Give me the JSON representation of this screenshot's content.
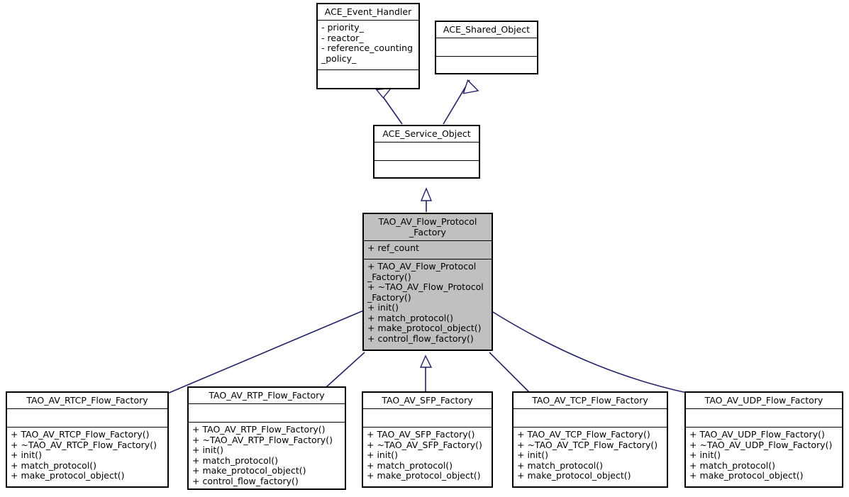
{
  "diagram": {
    "kind": "uml-class-inheritance-diagram",
    "background_color": "#ffffff",
    "edge_color": "#222266",
    "highlight_fill": "#c0c0c0",
    "border_color": "#000000"
  },
  "classes": {
    "ace_event_handler": {
      "name": "ACE_Event_Handler",
      "attributes": "- priority_\n- reactor_\n- reference_counting\n_policy_",
      "operations": "",
      "highlighted": false
    },
    "ace_shared_object": {
      "name": "ACE_Shared_Object",
      "attributes": "",
      "operations": "",
      "highlighted": false
    },
    "ace_service_object": {
      "name": "ACE_Service_Object",
      "attributes": "",
      "operations": "",
      "highlighted": false
    },
    "tao_av_flow_protocol_factory": {
      "name": "TAO_AV_Flow_Protocol\n_Factory",
      "attributes": "+ ref_count",
      "operations": "+ TAO_AV_Flow_Protocol\n_Factory()\n+ ~TAO_AV_Flow_Protocol\n_Factory()\n+ init()\n+ match_protocol()\n+ make_protocol_object()\n+ control_flow_factory()",
      "highlighted": true
    },
    "tao_av_rtcp_flow_factory": {
      "name": "TAO_AV_RTCP_Flow_Factory",
      "attributes": "",
      "operations": "+ TAO_AV_RTCP_Flow_Factory()\n+ ~TAO_AV_RTCP_Flow_Factory()\n+ init()\n+ match_protocol()\n+ make_protocol_object()",
      "highlighted": false
    },
    "tao_av_rtp_flow_factory": {
      "name": "TAO_AV_RTP_Flow_Factory",
      "attributes": "",
      "operations": "+ TAO_AV_RTP_Flow_Factory()\n+ ~TAO_AV_RTP_Flow_Factory()\n+ init()\n+ match_protocol()\n+ make_protocol_object()\n+ control_flow_factory()",
      "highlighted": false
    },
    "tao_av_sfp_factory": {
      "name": "TAO_AV_SFP_Factory",
      "attributes": "",
      "operations": "+ TAO_AV_SFP_Factory()\n+ ~TAO_AV_SFP_Factory()\n+ init()\n+ match_protocol()\n+ make_protocol_object()",
      "highlighted": false
    },
    "tao_av_tcp_flow_factory": {
      "name": "TAO_AV_TCP_Flow_Factory",
      "attributes": "",
      "operations": "+ TAO_AV_TCP_Flow_Factory()\n+ ~TAO_AV_TCP_Flow_Factory()\n+ init()\n+ match_protocol()\n+ make_protocol_object()",
      "highlighted": false
    },
    "tao_av_udp_flow_factory": {
      "name": "TAO_AV_UDP_Flow_Factory",
      "attributes": "",
      "operations": "+ TAO_AV_UDP_Flow_Factory()\n+ ~TAO_AV_UDP_Flow_Factory()\n+ init()\n+ match_protocol()\n+ make_protocol_object()",
      "highlighted": false
    }
  },
  "inheritance_edges": [
    {
      "from": "ace_service_object",
      "to": "ace_event_handler"
    },
    {
      "from": "ace_service_object",
      "to": "ace_shared_object"
    },
    {
      "from": "tao_av_flow_protocol_factory",
      "to": "ace_service_object"
    },
    {
      "from": "tao_av_rtcp_flow_factory",
      "to": "tao_av_flow_protocol_factory"
    },
    {
      "from": "tao_av_rtp_flow_factory",
      "to": "tao_av_flow_protocol_factory"
    },
    {
      "from": "tao_av_sfp_factory",
      "to": "tao_av_flow_protocol_factory"
    },
    {
      "from": "tao_av_tcp_flow_factory",
      "to": "tao_av_flow_protocol_factory"
    },
    {
      "from": "tao_av_udp_flow_factory",
      "to": "tao_av_flow_protocol_factory"
    }
  ]
}
